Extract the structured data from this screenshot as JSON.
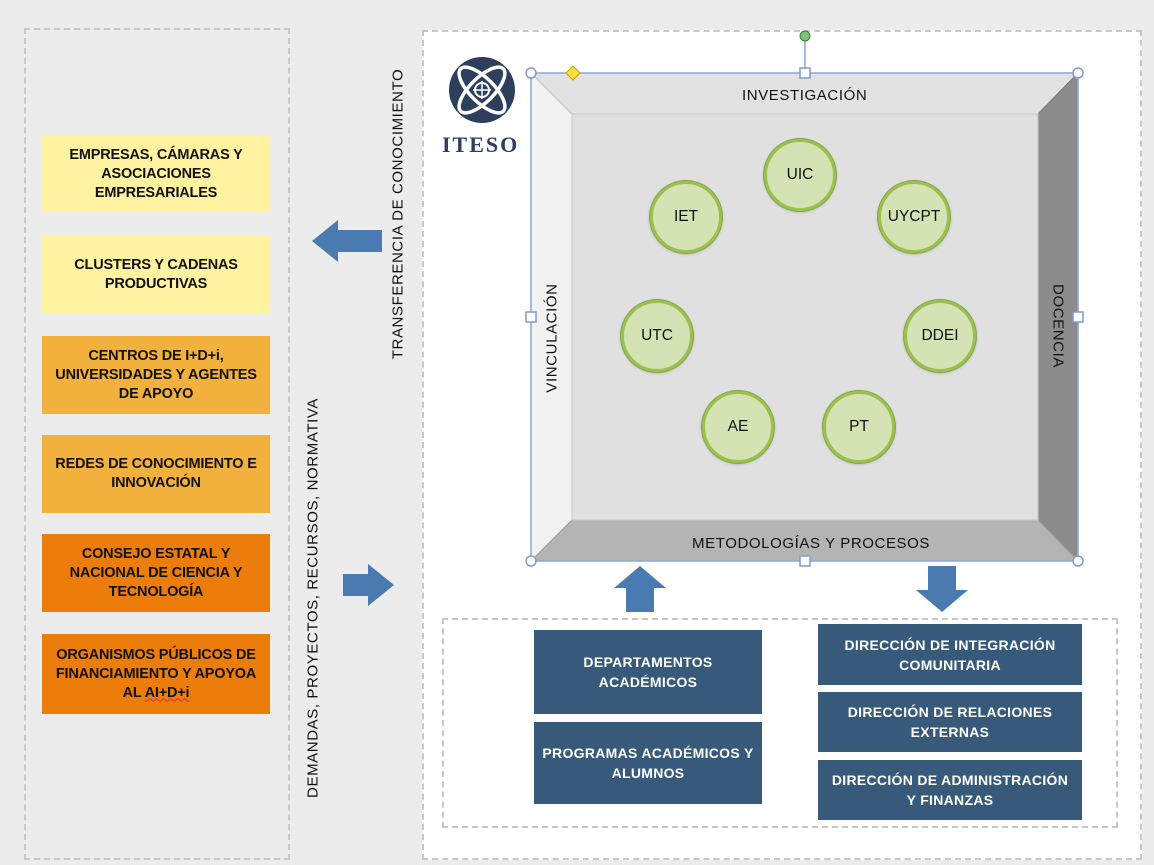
{
  "left_boxes": [
    {
      "text": "EMPRESAS, CÁMARAS Y ASOCIACIONES EMPRESARIALES",
      "color": "#fff2a0"
    },
    {
      "text": "CLUSTERS Y CADENAS PRODUCTIVAS",
      "color": "#fff2a0"
    },
    {
      "text": "CENTROS DE I+D+i, UNIVERSIDADES Y AGENTES DE APOYO",
      "color": "#f2b03c"
    },
    {
      "text": "REDES DE CONOCIMIENTO E INNOVACIÓN",
      "color": "#f2b03c"
    },
    {
      "text": "CONSEJO ESTATAL Y NACIONAL DE CIENCIA Y TECNOLOGÍA",
      "color": "#ed7d0b"
    },
    {
      "text": "ORGANISMOS PÚBLICOS DE FINANCIAMIENTO Y APOYOA AL",
      "text_underlined": "AI+D+i",
      "color": "#ed7d0b"
    }
  ],
  "vertical_labels": {
    "transfer": "TRANSFERENCIA DE CONOCIMIENTO",
    "demands": "DEMANDAS, PROYECTOS, RECURSOS, NORMATIVA"
  },
  "logo": {
    "text": "ITESO"
  },
  "frame": {
    "top": "INVESTIGACIÓN",
    "bottom": "METODOLOGÍAS Y PROCESOS",
    "left": "VINCULACIÓN",
    "right": "DOCENCIA"
  },
  "circles": [
    "UIC",
    "IET",
    "UYCPT",
    "UTC",
    "DDEI",
    "AE",
    "PT"
  ],
  "bottom_left_boxes": [
    "DEPARTAMENTOS ACADÉMICOS",
    "PROGRAMAS ACADÉMICOS Y ALUMNOS"
  ],
  "bottom_right_boxes": [
    "DIRECCIÓN DE INTEGRACIÓN COMUNITARIA",
    "DIRECCIÓN DE RELACIONES EXTERNAS",
    "DIRECCIÓN DE ADMINISTRACIÓN Y FINANZAS"
  ],
  "colors": {
    "arrow": "#4a7bb0",
    "navy": "#385a7a",
    "circle_fill": "#d4e2b4",
    "circle_ring": "#9cc04e"
  }
}
